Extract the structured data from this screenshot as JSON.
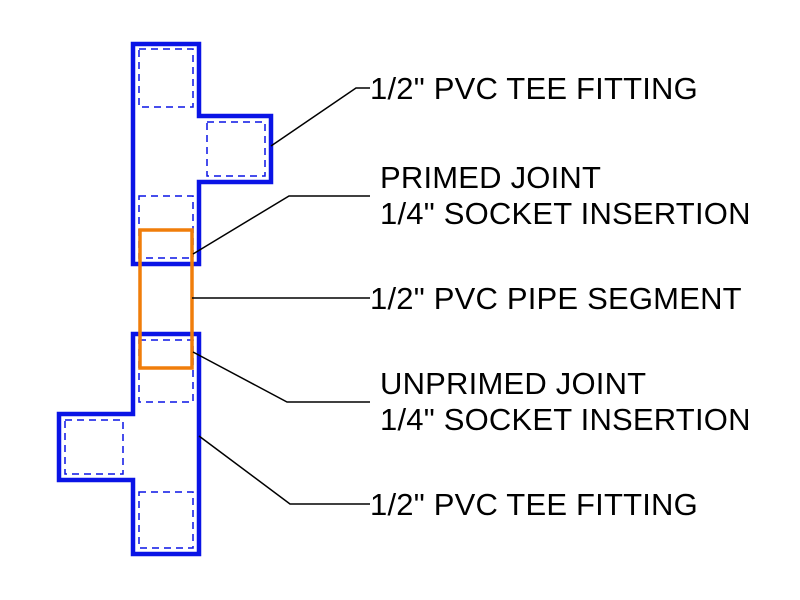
{
  "colors": {
    "fitting": "#0a14e6",
    "pipe": "#f07d0a",
    "leader": "#000000",
    "background": "#ffffff"
  },
  "callouts": {
    "top_tee": "1/2\" PVC TEE FITTING",
    "primed_joint_line1": "PRIMED JOINT",
    "primed_joint_line2": "1/4\" SOCKET INSERTION",
    "pipe_segment": "1/2\" PVC PIPE SEGMENT",
    "unprimed_joint_line1": "UNPRIMED JOINT",
    "unprimed_joint_line2": "1/4\" SOCKET INSERTION",
    "bottom_tee": "1/2\" PVC TEE FITTING"
  }
}
